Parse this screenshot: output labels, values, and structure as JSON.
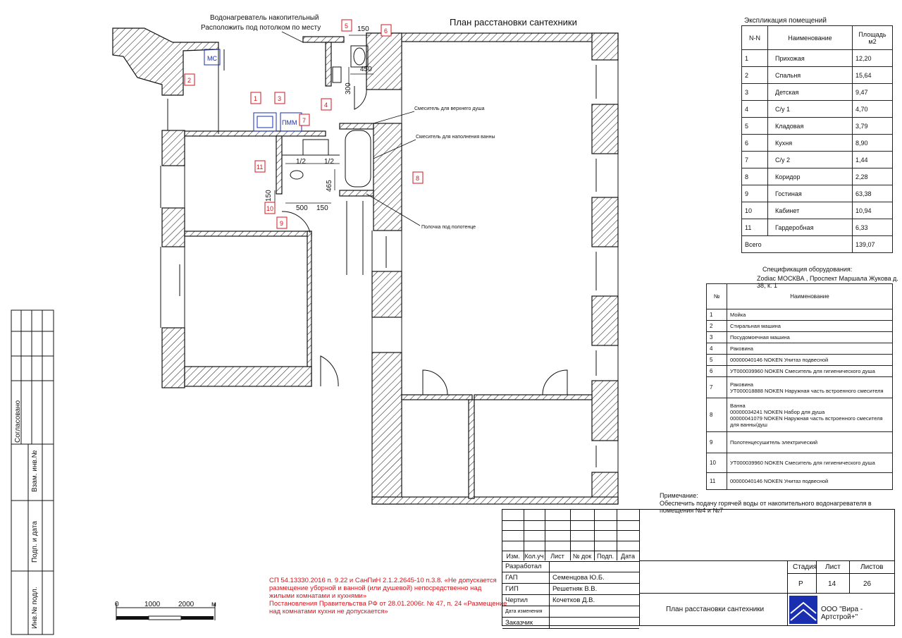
{
  "title": "План расстановки сантехники",
  "annotations": {
    "water_heater_line1": "Водонагреватель накопительный",
    "water_heater_line2": "Расположить под потолком по месту",
    "mixer_top_shower": "Смеситель для верхнего душа",
    "mixer_bath": "Смеситель для наполнения ванны",
    "towel_shelf": "Полочка под полотенце",
    "ms_label": "МС",
    "pmm_label": "ПММ"
  },
  "dims": {
    "d150a": "150",
    "d450": "450",
    "d300": "300",
    "d12a": "1/2",
    "d12b": "1/2",
    "d465": "465",
    "d150b": "150",
    "d500": "500",
    "d150c": "150"
  },
  "markers": [
    "1",
    "2",
    "3",
    "4",
    "5",
    "6",
    "7",
    "8",
    "9",
    "10",
    "11"
  ],
  "explication": {
    "title": "Экспликация  помещений",
    "head_n": "N-N",
    "head_name": "Наименование",
    "head_area": "Площадь м2",
    "rows": [
      {
        "n": "1",
        "name": "Прихожая",
        "area": "12,20"
      },
      {
        "n": "2",
        "name": "Спальня",
        "area": "15,64"
      },
      {
        "n": "3",
        "name": "Детская",
        "area": "9,47"
      },
      {
        "n": "4",
        "name": "С/у 1",
        "area": "4,70"
      },
      {
        "n": "5",
        "name": "Кладовая",
        "area": "3,79"
      },
      {
        "n": "6",
        "name": "Кухня",
        "area": "8,90"
      },
      {
        "n": "7",
        "name": "С/у 2",
        "area": "1,44"
      },
      {
        "n": "8",
        "name": "Коридор",
        "area": "2,28"
      },
      {
        "n": "9",
        "name": "Гостиная",
        "area": "63,38"
      },
      {
        "n": "10",
        "name": "Кабинет",
        "area": "10,94"
      },
      {
        "n": "11",
        "name": "Гардеробная",
        "area": "6,33"
      }
    ],
    "total_label": "Всего",
    "total_area": "139,07"
  },
  "spec": {
    "title_line1": "Спецификация оборудования:",
    "title_line2": "Zodiac МОСКВА , Проспект Маршала Жукова д. 38, к. 1",
    "head_n": "№",
    "head_name": "Наименование",
    "rows": [
      {
        "n": "1",
        "name": "Мойка"
      },
      {
        "n": "2",
        "name": "Стиральная машина"
      },
      {
        "n": "3",
        "name": "Посудомоечная машина"
      },
      {
        "n": "4",
        "name": "Раковина"
      },
      {
        "n": "5",
        "name": "00000040146 NOKEN Унитаз подвесной"
      },
      {
        "n": "6",
        "name": "УТ000039960 NOKEN Смеситель для гигиенического душа"
      },
      {
        "n": "7",
        "name": "Раковина\nУТ000018888 NOKEN Наружная часть встроенного смесителя"
      },
      {
        "n": "8",
        "name": "Ванна\n00000034241 NOKEN Набор для душа\n00000041079 NOKEN Наружная часть встроенного смесителя для ванны/душ"
      },
      {
        "n": "9",
        "name": "Полотенцесушитель электрический"
      },
      {
        "n": "10",
        "name": "УТ000039960 NOKEN Смеситель для гигиенического душа"
      },
      {
        "n": "11",
        "name": "00000040146 NOKEN Унитаз подвесной"
      }
    ]
  },
  "note": {
    "title": "Примечание:",
    "text": "Обеспечить подачу горячей воды от накопительного водонагревателя в помещения №4 и №7"
  },
  "regulation": {
    "line1": "СП 54.13330.2016 п. 9.22 и СанПиН 2.1.2.2645-10 п.3.8.  «Не допускается",
    "line2": "размещение уборной и ванной (или душевой) непосредственно над",
    "line3": "жилыми комнатами и кухнями»",
    "line4": "Постановления Правительства РФ от 28.01.2006г. № 47, п. 24 «Размещение",
    "line5": "над комнатами   кухни не допускается»"
  },
  "scale": {
    "s0": "0",
    "s1": "1000",
    "s2": "2000",
    "unit": "м"
  },
  "side_stamp": {
    "agreed": "Согласовано",
    "inv_replace": "Взам. инв.№",
    "sign_date": "Подп. и дата",
    "inv_orig": "Инв.№ подл."
  },
  "title_block": {
    "cols": [
      "Изм.",
      "Кол.уч",
      "Лист",
      "№ док",
      "Подп.",
      "Дата"
    ],
    "roles": [
      {
        "role": "Разработал",
        "name": ""
      },
      {
        "role": "ГАП",
        "name": "Семенцова Ю.Б."
      },
      {
        "role": "ГИП",
        "name": "Решетняк В.В."
      },
      {
        "role": "Чертил",
        "name": "Кочетков Д.В."
      },
      {
        "role": "Дата изменения",
        "name": ""
      },
      {
        "role": "Заказчик",
        "name": ""
      }
    ],
    "stage_label": "Стадия",
    "sheet_label": "Лист",
    "sheets_label": "Листов",
    "stage": "Р",
    "sheet": "14",
    "sheets": "26",
    "drawing_name": "План расстановки сантехники",
    "company": "ООО \"Вира - Артстрой+\""
  },
  "colors": {
    "red": "#d2161d",
    "blue": "#1a2fb0",
    "line": "#111111"
  }
}
